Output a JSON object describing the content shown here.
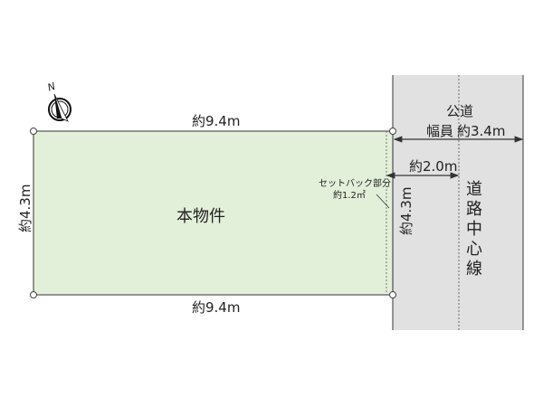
{
  "compass": {
    "north_label": "N"
  },
  "plot": {
    "label": "本物件",
    "top_width": "約9.4m",
    "bottom_width": "約9.4m",
    "left_depth": "約4.3m",
    "right_depth": "約4.3m",
    "fill_color": "#e2efd9"
  },
  "setback": {
    "label": "セットバック部分",
    "area": "約1.2㎡"
  },
  "road": {
    "type_label": "公道",
    "width_label": "幅員",
    "width_value": "約3.4m",
    "center_distance": "約2.0m",
    "center_line_label": [
      "道",
      "路",
      "中",
      "心",
      "線"
    ],
    "fill_color": "#e1e1e1"
  }
}
